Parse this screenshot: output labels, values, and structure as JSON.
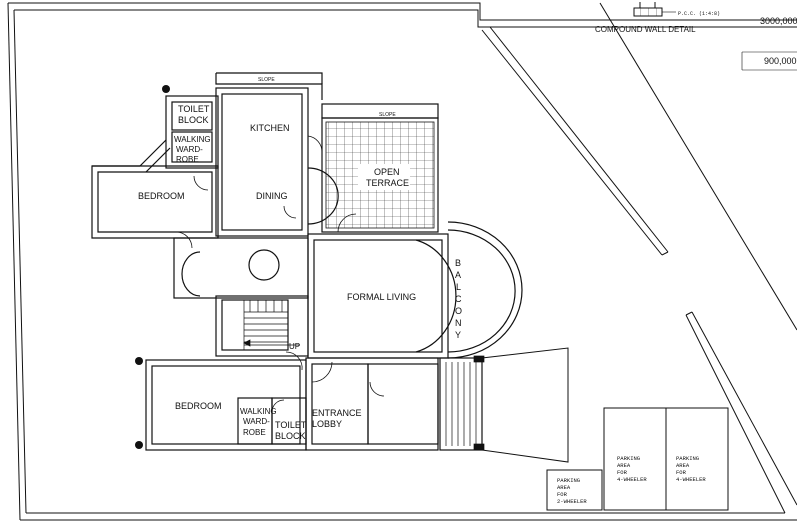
{
  "labels": {
    "toilet_block_1": "TOILET BLOCK",
    "walking_wardrobe_1": "WALKING WARD-ROBE",
    "kitchen": "KITCHEN",
    "bedroom_1": "BEDROOM",
    "dining": "DINING",
    "open_terrace": "OPEN TERRACE",
    "slope_top": "SLOPE",
    "slope_terrace": "SLOPE",
    "formal_living": "FORMAL LIVING",
    "balcony": "BALCONY",
    "up": "UP",
    "bedroom_2": "BEDROOM",
    "walking_wardrobe_2": "WALKING WARD-ROBE",
    "toilet_block_2": "TOILET BLOCK",
    "entrance_lobby": "ENTRANCE LOBBY",
    "parking_2w": "PARKING AREA FOR 2-WHEELER",
    "parking_4w_a": "PARKING AREA FOR 4-WHEELER",
    "parking_4w_b": "PARKING AREA FOR 4-WHEELER",
    "compound_wall_detail": "COMPOUND WALL DETAIL",
    "pcc_note": "P.C.C. (1:4:8)",
    "dim_top": "3000,000",
    "dim_second": "900,000"
  }
}
